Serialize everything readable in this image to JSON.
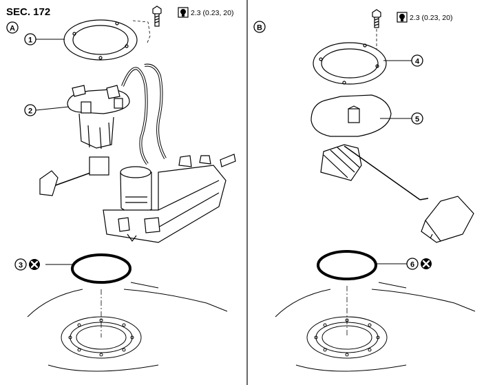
{
  "header": {
    "section": "SEC. 172"
  },
  "views": [
    {
      "id": "A",
      "letter": "A",
      "torque": {
        "value": "2.3 (0.23, 20)",
        "icon": "torque-wrench-icon"
      }
    },
    {
      "id": "B",
      "letter": "B",
      "torque": {
        "value": "2.3 (0.23, 20)",
        "icon": "torque-wrench-icon"
      }
    }
  ],
  "callouts": [
    {
      "number": "1",
      "part": "retainer"
    },
    {
      "number": "2",
      "part": "fuel-pump-assembly"
    },
    {
      "number": "3",
      "part": "o-ring",
      "note": "do-not-reuse-icon"
    },
    {
      "number": "4",
      "part": "retainer"
    },
    {
      "number": "5",
      "part": "fuel-level-sensor-unit"
    },
    {
      "number": "6",
      "part": "o-ring",
      "note": "do-not-reuse-icon"
    }
  ]
}
